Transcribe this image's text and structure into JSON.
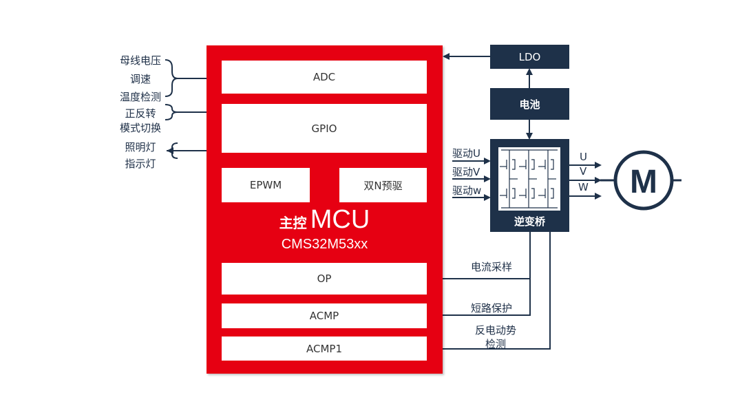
{
  "left_inputs": {
    "adc": [
      "母线电压",
      "调速",
      "温度检测"
    ],
    "gpio_in": [
      "正反转",
      "模式切换"
    ],
    "gpio_out": [
      "照明灯",
      "指示灯"
    ]
  },
  "mcu": {
    "adc": "ADC",
    "gpio": "GPIO",
    "epwm": "EPWM",
    "predriver": "双N预驱",
    "title_prefix": "主控",
    "title_main": "MCU",
    "model": "CMS32M53xx",
    "op": "OP",
    "acmp": "ACMP",
    "acmp1": "ACMP1"
  },
  "power": {
    "ldo": "LDO",
    "battery": "电池"
  },
  "inverter": {
    "label": "逆变桥",
    "drive_inputs": [
      "驱动U",
      "驱动V",
      "驱动w"
    ],
    "outputs": [
      "U",
      "V",
      "W"
    ]
  },
  "motor": {
    "label": "M"
  },
  "feedback": {
    "current_sampling": "电流采样",
    "short_protection": "短路保护",
    "bemf_line1": "反电动势",
    "bemf_line2": "检测"
  },
  "colors": {
    "mcu_red": "#e60012",
    "navy": "#1e3149",
    "white": "#ffffff"
  }
}
